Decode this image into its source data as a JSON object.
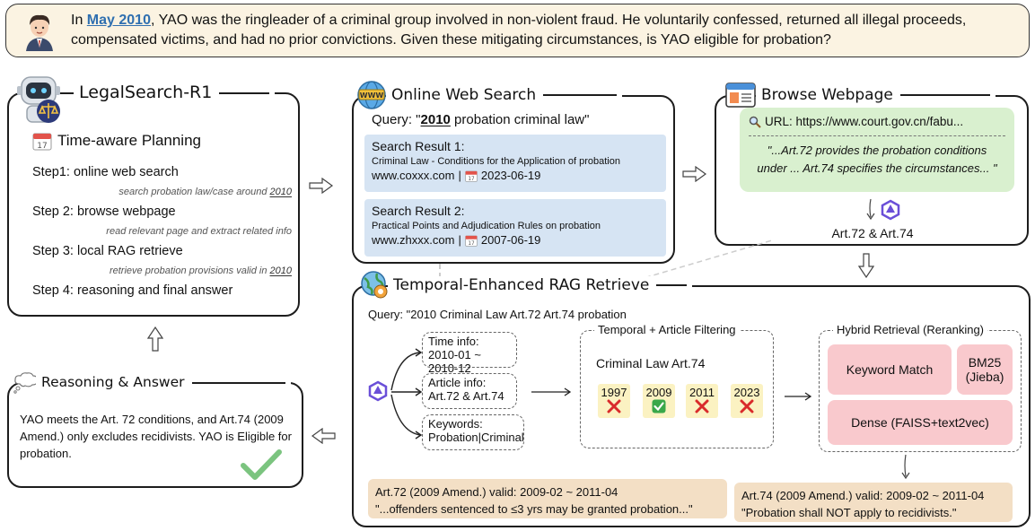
{
  "question": {
    "text_before": "In ",
    "highlight": "May 2010",
    "text_after": ", YAO was the ringleader of a criminal group involved in non-violent fraud. He voluntarily confessed, returned all illegal proceeds, compensated victims, and had no prior convictions. Given these mitigating circumstances, is YAO eligible for probation?",
    "highlight_color": "#2f6fb0",
    "background_color": "#fbf3e2"
  },
  "agent": {
    "title": "LegalSearch-R1",
    "planning_title": "Time-aware Planning",
    "calendar_day": "17",
    "steps": [
      {
        "label": "Step1: online web search",
        "sub_before": "search probation law/case around ",
        "sub_year": "2010",
        "sub_after": ""
      },
      {
        "label": "Step 2: browse webpage",
        "sub_before": "read relevant page and extract related info",
        "sub_year": "",
        "sub_after": ""
      },
      {
        "label": "Step 3: local RAG retrieve",
        "sub_before": "retrieve probation provisions valid in ",
        "sub_year": "2010",
        "sub_after": ""
      },
      {
        "label": "Step 4: reasoning and final answer",
        "sub_before": "",
        "sub_year": "",
        "sub_after": ""
      }
    ]
  },
  "web_search": {
    "title": "Online Web Search",
    "query_prefix": "Query: \"",
    "query_year": "2010",
    "query_suffix": " probation criminal law\"",
    "results": [
      {
        "heading": "Search Result 1:",
        "title": "Criminal Law - Conditions for the Application of probation",
        "site": "www.coxxx.com",
        "sep": "|",
        "date": "2023-06-19"
      },
      {
        "heading": "Search Result 2:",
        "title": "Practical Points and Adjudication Rules on probation",
        "site": "www.zhxxx.com",
        "sep": "|",
        "date": "2007-06-19"
      }
    ]
  },
  "browse": {
    "title": "Browse Webpage",
    "url": "URL: https://www.court.gov.cn/fabu...",
    "excerpt_line1": "\"...Art.72 provides the probation conditions",
    "excerpt_line2": "under ... Art.74 specifies the circumstances... \"",
    "output": "Art.72 & Art.74"
  },
  "rag": {
    "title": "Temporal-Enhanced RAG Retrieve",
    "query": "Query: \"2010 Criminal Law Art.72 Art.74 probation",
    "time_label": "Time info:",
    "time_value": "2010-01 ~ 2010-12",
    "article_label": "Article info:",
    "article_value": "Art.72 & Art.74",
    "keywords_label": "Keywords:",
    "keywords_value": "Probation|Criminal",
    "filter_title": "Temporal + Article Filtering",
    "filter_subtitle": "Criminal Law Art.74",
    "years": [
      {
        "year": "1997",
        "valid": false
      },
      {
        "year": "2009",
        "valid": true
      },
      {
        "year": "2011",
        "valid": false
      },
      {
        "year": "2023",
        "valid": false
      }
    ],
    "hybrid_title": "Hybrid Retrieval (Reranking)",
    "keyword_match": "Keyword Match",
    "bm25_line1": "BM25",
    "bm25_line2": "(Jieba)",
    "dense": "Dense (FAISS+text2vec)",
    "art72_line1": "Art.72 (2009 Amend.) valid: 2009-02 ~ 2011-04",
    "art72_line2": "\"...offenders sentenced to ≤3 yrs may be granted probation...\"",
    "art74_line1": "Art.74 (2009 Amend.) valid: 2009-02 ~ 2011-04",
    "art74_line2": "\"Probation shall NOT apply to recidivists.\""
  },
  "answer": {
    "title": "Reasoning & Answer",
    "text": "YAO meets the Art. 72 conditions, and Art.74 (2009 Amend.) only excludes recidivists. YAO is Eligible for probation."
  },
  "colors": {
    "search_result_bg": "#d6e4f3",
    "browse_bg": "#d9f0cf",
    "year_bg": "#fbf2c2",
    "hybrid_bg": "#f9c9cd",
    "provision_bg": "#f3dfc5",
    "cross": "#d92b2b",
    "check": "#3aa84a",
    "model_icon": "#6a4fd8"
  },
  "icons": [
    "user-avatar-icon",
    "robot-judge-icon",
    "calendar-icon",
    "globe-www-icon",
    "browser-window-icon",
    "magnifier-icon",
    "model-logo-icon",
    "database-globe-icon",
    "thought-bubble-icon",
    "checkmark-icon",
    "cross-icon",
    "hollow-arrow-icon"
  ]
}
